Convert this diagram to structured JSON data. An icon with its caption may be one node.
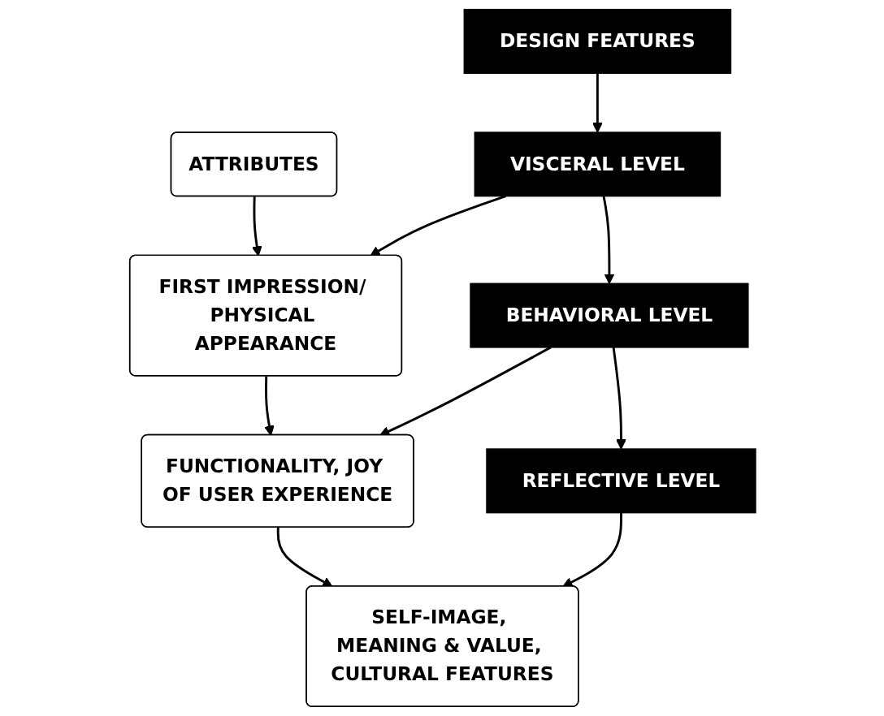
{
  "diagram": {
    "nodes": [
      {
        "text": [
          "DESIGN FEATURES"
        ]
      },
      {
        "text": [
          "ATTRIBUTES"
        ]
      },
      {
        "text": [
          "VISCERAL LEVEL"
        ]
      },
      {
        "text": [
          "FIRST IMPRESSION/ PHYSICAL APPEARANCE"
        ]
      },
      {
        "text": [
          "BEHAVIORAL LEVEL"
        ]
      },
      {
        "text": [
          "FUNCTIONALITY, JOY OF USER EXPERIENCE"
        ]
      },
      {
        "text": [
          "REFLECTIVE LEVEL"
        ]
      },
      {
        "text": [
          "SELF-IMAGE, MEANING & VALUE, CULTURAL FEATURES"
        ]
      }
    ],
    "edges": [
      {
        "from": 0,
        "to": 2,
        "arrow": "to"
      },
      {
        "from": 1,
        "to": 3,
        "arrow": "to"
      },
      {
        "from": 2,
        "to": 3,
        "arrow": "to"
      },
      {
        "from": 2,
        "to": 4,
        "arrow": "to"
      },
      {
        "from": 3,
        "to": 5,
        "arrow": "to"
      },
      {
        "from": 4,
        "to": 5,
        "arrow": "to"
      },
      {
        "from": 4,
        "to": 6,
        "arrow": "to"
      },
      {
        "from": 5,
        "to": 7,
        "arrow": "to"
      },
      {
        "from": 6,
        "to": 7,
        "arrow": "to"
      }
    ]
  }
}
